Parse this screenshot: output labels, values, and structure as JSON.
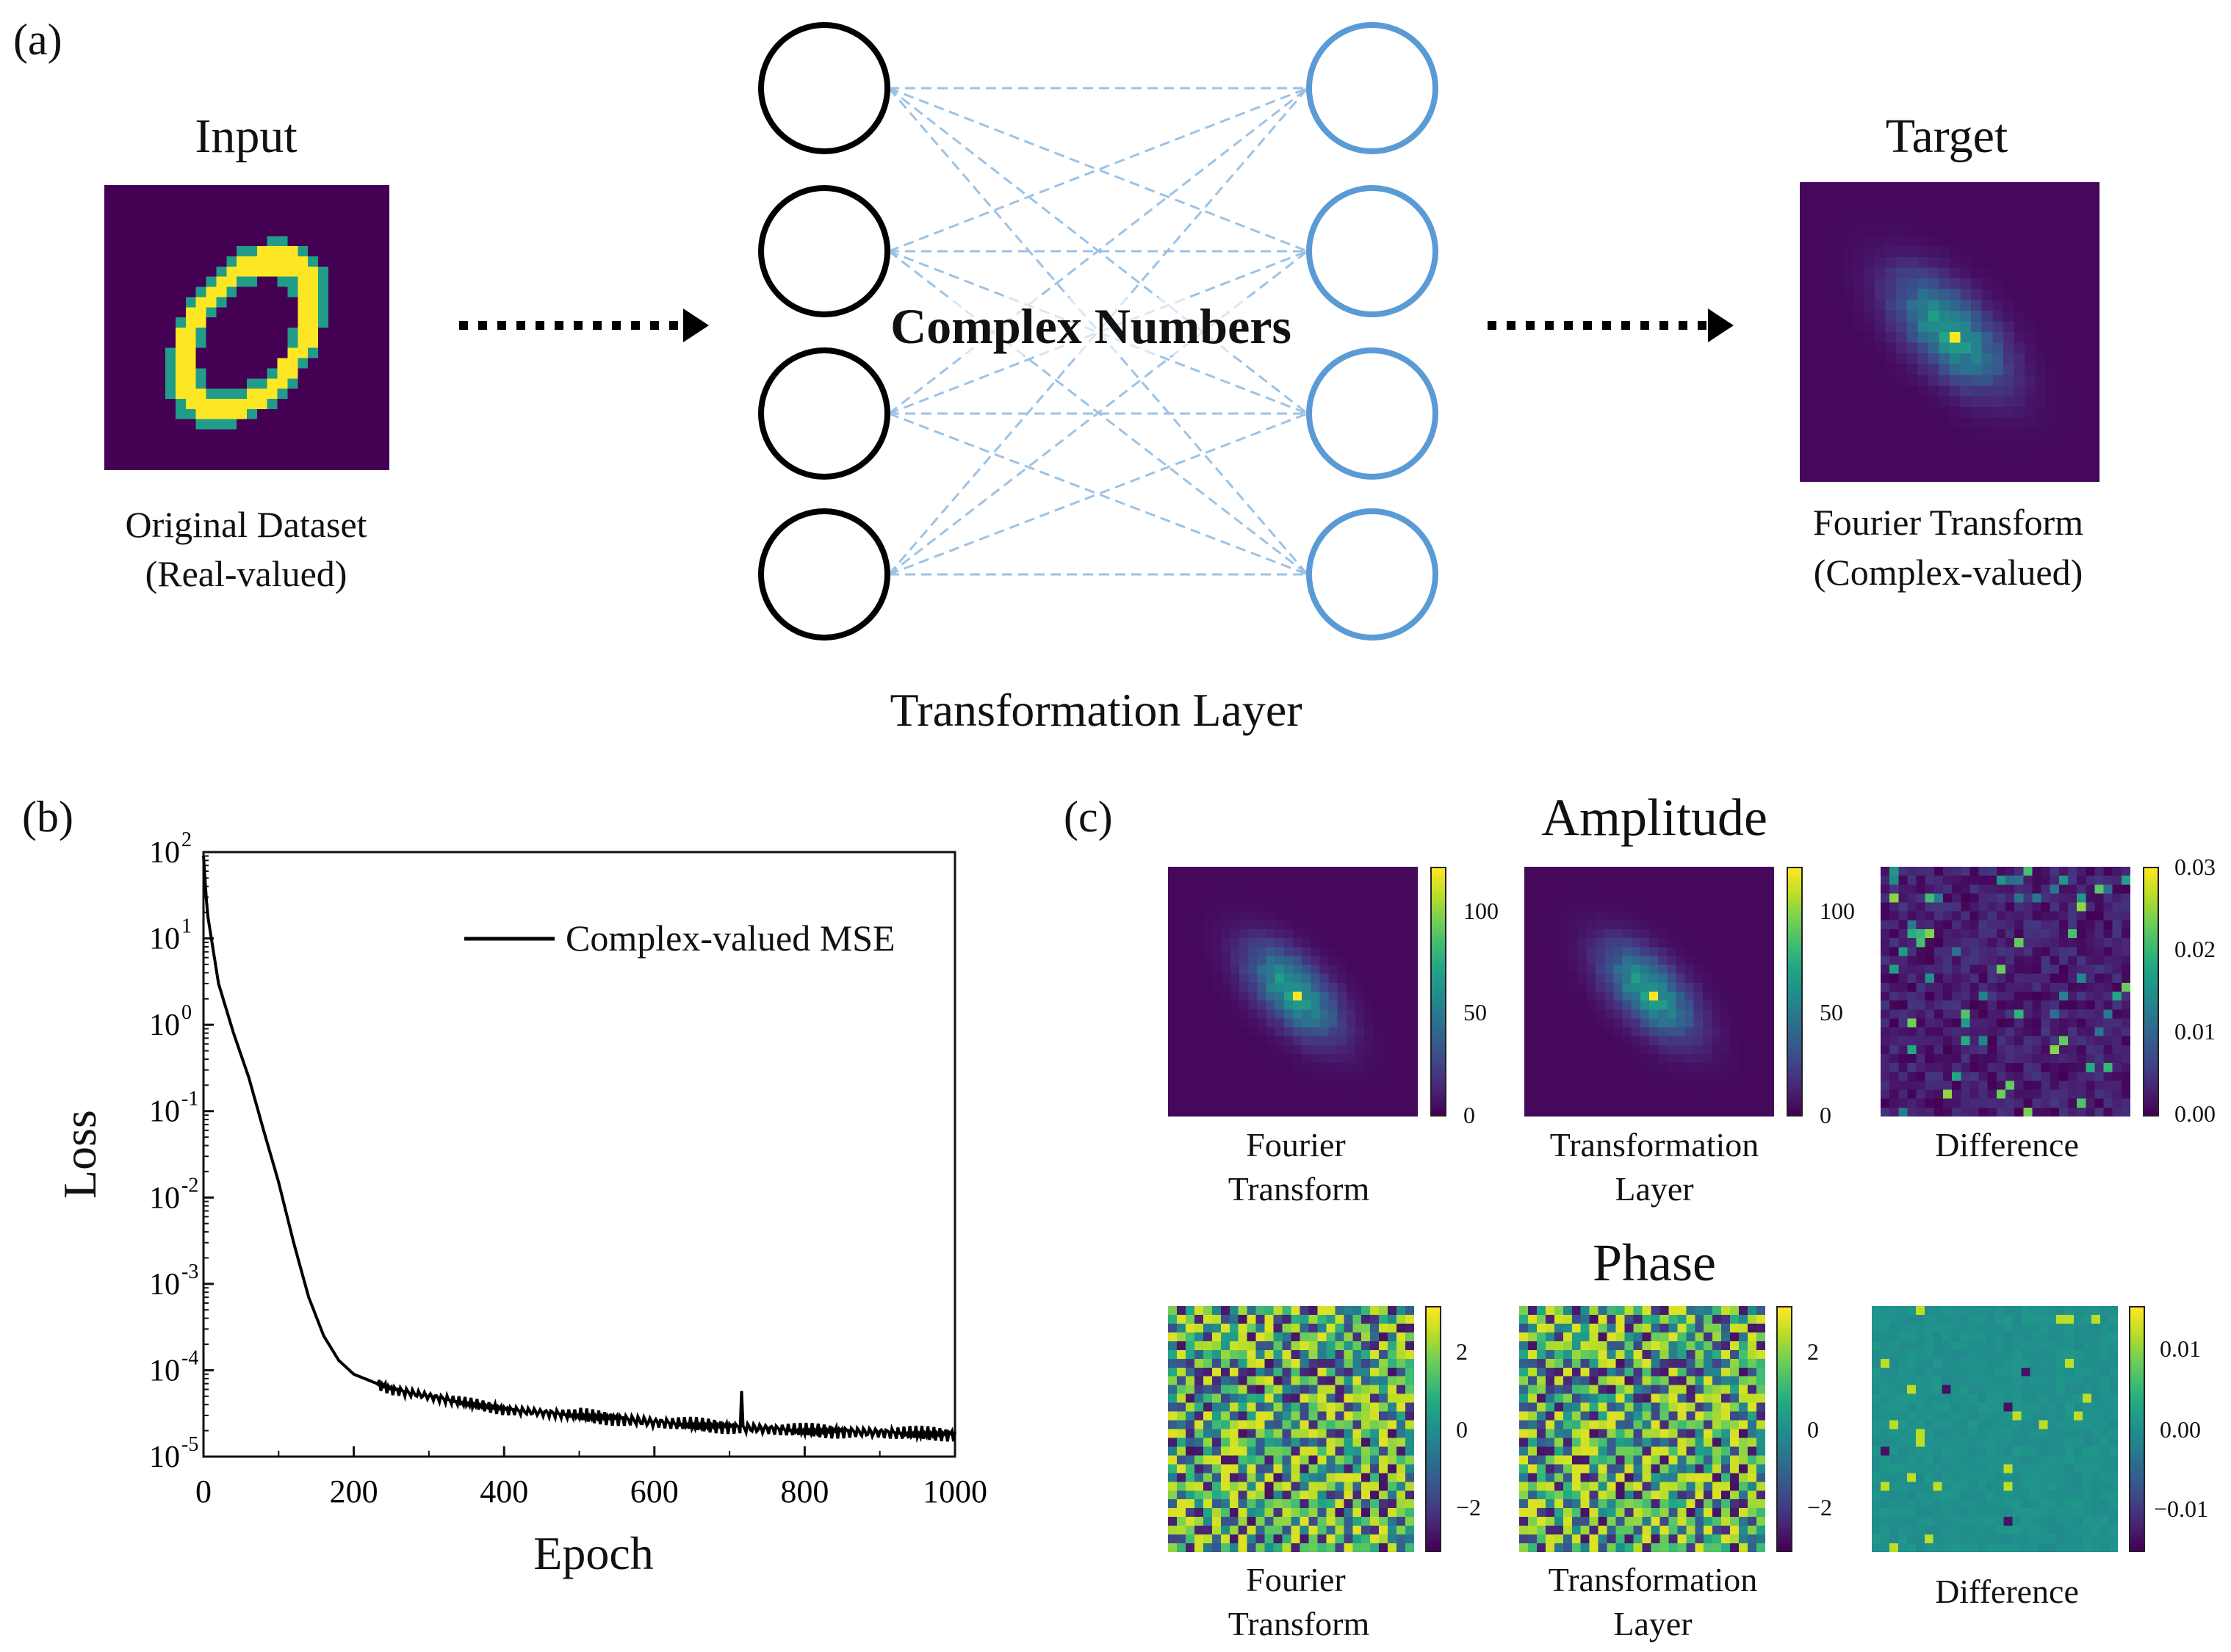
{
  "panel_a": {
    "label": "(a)",
    "input_title": "Input",
    "input_caption_1": "Original Dataset",
    "input_caption_2": "(Real-valued)",
    "network_label": "Complex Numbers",
    "layer_caption": "Transformation Layer",
    "target_title": "Target",
    "target_caption_1": "Fourier Transform",
    "target_caption_2": "(Complex-valued)",
    "colors": {
      "input_node": "#000000",
      "output_node": "#5b9bd5",
      "edge": "#9cc3e6"
    }
  },
  "panel_b": {
    "label": "(b)",
    "chart_data": {
      "type": "line",
      "xlabel": "Epoch",
      "ylabel": "Loss",
      "xlim": [
        0,
        1000
      ],
      "ylim": [
        1e-05,
        100
      ],
      "yscale": "log",
      "x_ticks": [
        "0",
        "200",
        "400",
        "600",
        "800",
        "1000"
      ],
      "y_ticks": [
        {
          "base": "10",
          "exp": "2"
        },
        {
          "base": "10",
          "exp": "1"
        },
        {
          "base": "10",
          "exp": "0"
        },
        {
          "base": "10",
          "exp": "-1"
        },
        {
          "base": "10",
          "exp": "-2"
        },
        {
          "base": "10",
          "exp": "-3"
        },
        {
          "base": "10",
          "exp": "-4"
        },
        {
          "base": "10",
          "exp": "-5"
        }
      ],
      "legend": "top-right",
      "series": [
        {
          "name": "Complex-valued MSE",
          "x": [
            0,
            5,
            20,
            40,
            60,
            80,
            100,
            120,
            140,
            160,
            180,
            200,
            250,
            300,
            400,
            500,
            600,
            700,
            800,
            900,
            1000
          ],
          "y": [
            90,
            20,
            3.0,
            0.8,
            0.25,
            0.06,
            0.015,
            0.003,
            0.0007,
            0.00025,
            0.00013,
            9e-05,
            6e-05,
            5e-05,
            3.5e-05,
            3e-05,
            2.5e-05,
            2.2e-05,
            2e-05,
            1.9e-05,
            1.8e-05
          ]
        }
      ]
    }
  },
  "panel_c": {
    "label": "(c)",
    "amplitude_title": "Amplitude",
    "phase_title": "Phase",
    "captions": {
      "ft_1": "Fourier",
      "ft_2": "Transform",
      "tl_1": "Transformation",
      "tl_2": "Layer",
      "diff": "Difference"
    },
    "amp_cbar_ticks": [
      "100",
      "50",
      "0"
    ],
    "amp_diff_cbar_ticks": [
      "0.03",
      "0.02",
      "0.01",
      "0.00"
    ],
    "phase_cbar_ticks": [
      "2",
      "0",
      "−2"
    ],
    "phase_diff_cbar_ticks": [
      "0.01",
      "0.00",
      "−0.01"
    ]
  }
}
